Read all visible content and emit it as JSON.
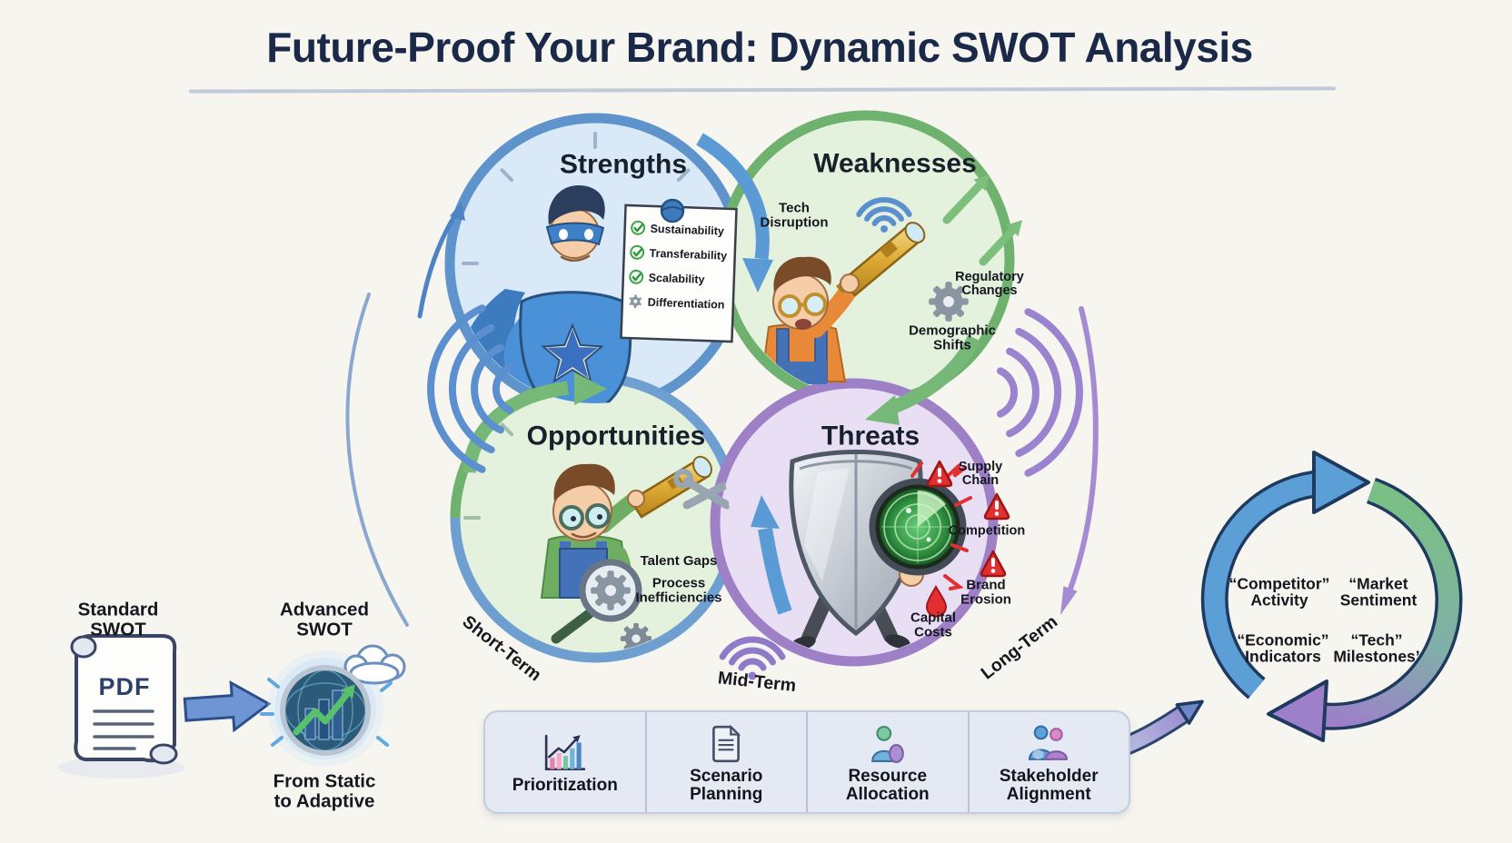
{
  "title": "Future-Proof Your Brand: Dynamic SWOT Analysis",
  "quadrants": {
    "strengths": {
      "label": "Strengths",
      "items": [
        {
          "label": "Sustainability",
          "icon": "check-circle-icon"
        },
        {
          "label": "Transferability",
          "icon": "check-circle-icon"
        },
        {
          "label": "Scalability",
          "icon": "check-circle-icon"
        },
        {
          "label": "Differentiation",
          "icon": "gear-icon"
        }
      ]
    },
    "weaknesses": {
      "label": "Weaknesses",
      "items": [
        {
          "label": "Tech Disruption",
          "icon": "wifi-icon"
        },
        {
          "label": "Regulatory Changes",
          "icon": "trend-up-arrows-icon"
        },
        {
          "label": "Demographic Shifts",
          "icon": "gear-icon"
        }
      ]
    },
    "opportunities": {
      "label": "Opportunities",
      "items": [
        {
          "label": "Talent Gaps",
          "icon": "wrench-icon"
        },
        {
          "label": "Process Inefficiencies",
          "icon": "gear-icon"
        }
      ]
    },
    "threats": {
      "label": "Threats",
      "items": [
        {
          "label": "Supply Chain",
          "icon": "warning-triangle-icon"
        },
        {
          "label": "Competition",
          "icon": "warning-triangle-icon"
        },
        {
          "label": "Brand Erosion",
          "icon": "warning-triangle-icon"
        },
        {
          "label": "Capital Costs",
          "icon": "drop-icon"
        }
      ]
    }
  },
  "timeframes": {
    "short": "Short-Term",
    "mid": "Mid-Term",
    "long": "Long-Term"
  },
  "transformation": {
    "from": "Standard SWOT",
    "file_type": "PDF",
    "to": "Advanced SWOT",
    "caption": "From Static to Adaptive"
  },
  "process_steps": [
    {
      "label": "Prioritization",
      "icon": "bar-chart-icon"
    },
    {
      "label": "Scenario Planning",
      "icon": "document-icon"
    },
    {
      "label": "Resource Allocation",
      "icon": "person-icon"
    },
    {
      "label": "Stakeholder Alignment",
      "icon": "people-icon"
    }
  ],
  "monitoring_cycle": [
    "“Competitor” Activity",
    "“Market Sentiment",
    "“Economic” Indicators",
    "“Tech” Milestones’"
  ],
  "colors": {
    "background": "#f7f5ef",
    "title_navy": "#1b2948",
    "strengths_ring": "#5e93cc",
    "weaknesses_ring": "#6fb270",
    "opportunities_ring": "#6fb270",
    "threats_ring": "#9d80c6",
    "warning_red": "#e23030",
    "cycle_blue": "#5b9fd6",
    "cycle_purple": "#9d7fca"
  }
}
